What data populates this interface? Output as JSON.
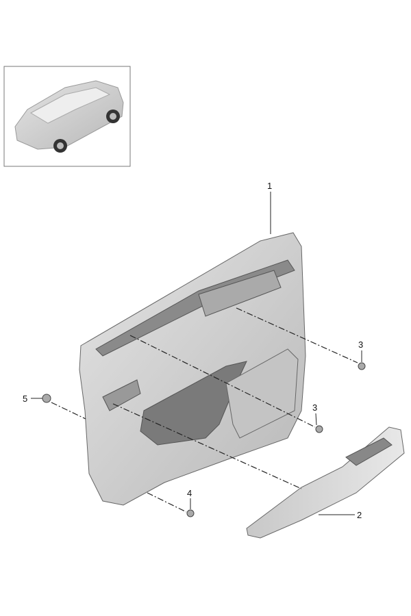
{
  "diagram": {
    "callouts": [
      {
        "id": "1",
        "part": "door-trim-panel"
      },
      {
        "id": "2",
        "part": "armrest-trim"
      },
      {
        "id": "3",
        "part": "fastener-upper"
      },
      {
        "id": "3",
        "part": "fastener-middle"
      },
      {
        "id": "4",
        "part": "fastener-lower"
      },
      {
        "id": "5",
        "part": "clip"
      }
    ]
  },
  "colors": {
    "part": "#d4d4d4",
    "part_dark": "#9a9a9a",
    "line": "#222222"
  }
}
